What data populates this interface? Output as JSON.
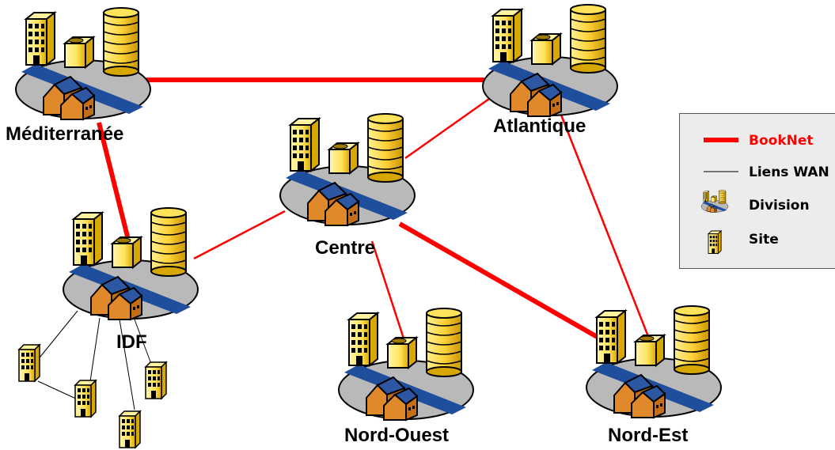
{
  "diagram": {
    "nodes": [
      {
        "id": "mediterranee",
        "label": "Méditerranée"
      },
      {
        "id": "atlantique",
        "label": "Atlantique"
      },
      {
        "id": "centre",
        "label": "Centre"
      },
      {
        "id": "idf",
        "label": "IDF"
      },
      {
        "id": "nord_ouest",
        "label": "Nord-Ouest"
      },
      {
        "id": "nord_est",
        "label": "Nord-Est"
      }
    ],
    "links": [
      {
        "from": "mediterranee",
        "to": "atlantique",
        "type": "BookNet"
      },
      {
        "from": "mediterranee",
        "to": "idf",
        "type": "BookNet"
      },
      {
        "from": "centre",
        "to": "nord_est",
        "type": "BookNet"
      },
      {
        "from": "centre",
        "to": "atlantique",
        "type": "WAN"
      },
      {
        "from": "centre",
        "to": "idf",
        "type": "WAN"
      },
      {
        "from": "centre",
        "to": "nord_ouest",
        "type": "WAN"
      },
      {
        "from": "atlantique",
        "to": "nord_est",
        "type": "WAN"
      },
      {
        "from": "idf",
        "to": "site",
        "type": "Liens WAN"
      }
    ]
  },
  "legend": {
    "booknet": {
      "label": "BookNet",
      "color": "#ff0000"
    },
    "wan": {
      "label": "Liens WAN",
      "color": "#000000"
    },
    "division": {
      "label": "Division"
    },
    "site": {
      "label": "Site"
    }
  },
  "colors": {
    "link_red": "#ff0000",
    "building_yellow": "#ffe45c",
    "house_orange": "#e0892a",
    "river_blue": "#1f4e9c",
    "base_gray": "#b9b9b9"
  }
}
